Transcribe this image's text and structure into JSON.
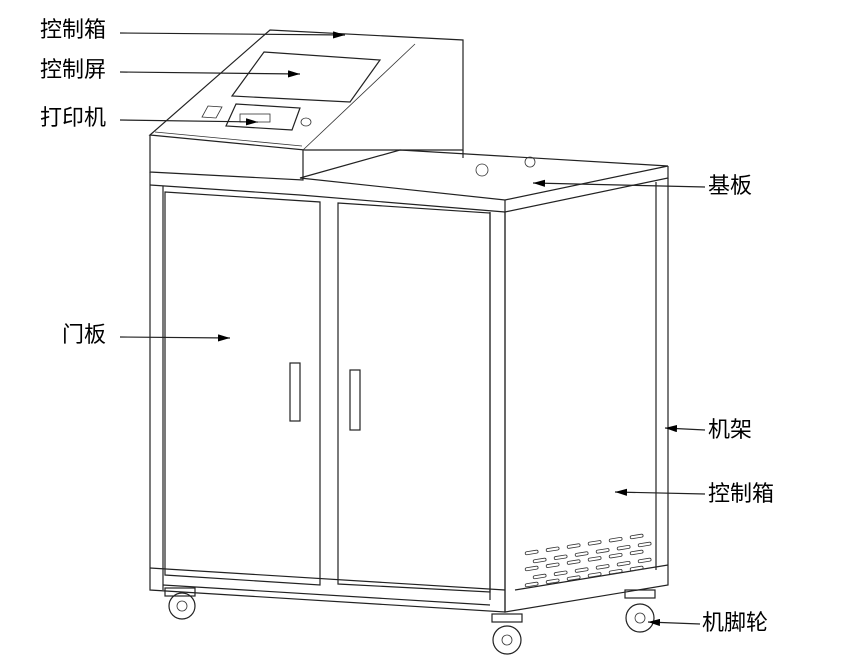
{
  "title": "设备结构示意图",
  "labels": {
    "control_box_top": "控制箱",
    "control_screen": "控制屏",
    "printer": "打印机",
    "base_plate": "基板",
    "door_panel": "门板",
    "frame": "机架",
    "control_box_side": "控制箱",
    "casters": "机脚轮"
  },
  "colors": {
    "line": "#222222",
    "background": "#ffffff"
  }
}
